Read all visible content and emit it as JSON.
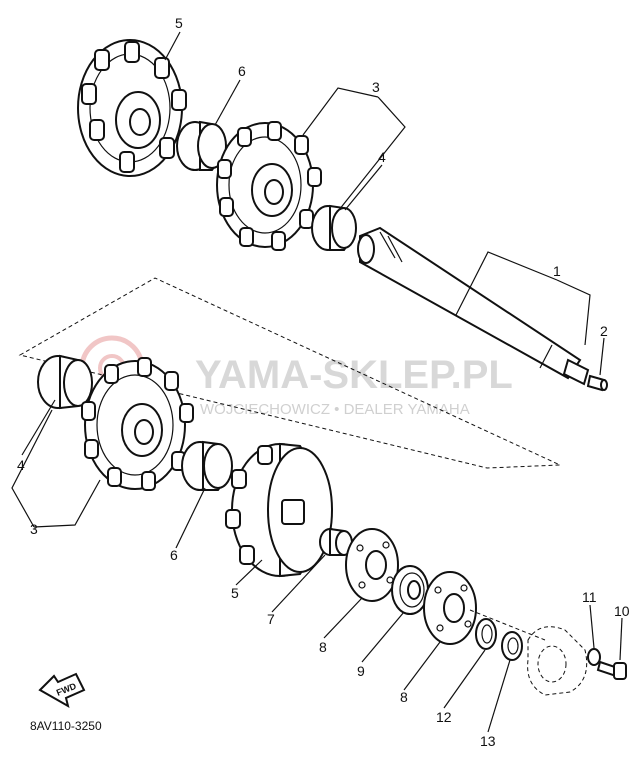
{
  "watermark": {
    "title": "YAMA-SKLEP.PL",
    "subtitle": "WOJCIECHOWICZ • DEALER YAMAHA",
    "accent_color": "#e8a0a0"
  },
  "diagram_code": "8AV110-3250",
  "front_arrow_label": "FWD",
  "callouts": {
    "c1": "1",
    "c2": "2",
    "c3_top": "3",
    "c4_top": "4",
    "c5_top": "5",
    "c6_top": "6",
    "c3_bottom": "3",
    "c4_bottom": "4",
    "c5_bottom": "5",
    "c6_bottom": "6",
    "c7": "7",
    "c8_a": "8",
    "c8_b": "8",
    "c9": "9",
    "c10": "10",
    "c11": "11",
    "c12": "12",
    "c13": "13"
  }
}
